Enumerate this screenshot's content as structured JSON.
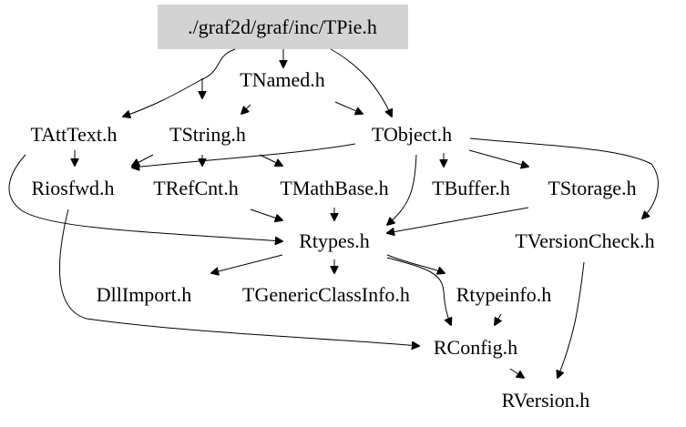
{
  "graph": {
    "root": "./graf2d/graf/inc/TPie.h",
    "root_fill": "#d3d3d3",
    "nodes": [
      {
        "id": "root",
        "label": "./graf2d/graf/inc/TPie.h"
      },
      {
        "id": "tnamed",
        "label": "TNamed.h"
      },
      {
        "id": "tatttext",
        "label": "TAttText.h"
      },
      {
        "id": "tstring",
        "label": "TString.h"
      },
      {
        "id": "tobject",
        "label": "TObject.h"
      },
      {
        "id": "riosfwd",
        "label": "Riosfwd.h"
      },
      {
        "id": "trefcnt",
        "label": "TRefCnt.h"
      },
      {
        "id": "tmathbase",
        "label": "TMathBase.h"
      },
      {
        "id": "tbuffer",
        "label": "TBuffer.h"
      },
      {
        "id": "tstorage",
        "label": "TStorage.h"
      },
      {
        "id": "rtypes",
        "label": "Rtypes.h"
      },
      {
        "id": "tversioncheck",
        "label": "TVersionCheck.h"
      },
      {
        "id": "dllimport",
        "label": "DllImport.h"
      },
      {
        "id": "tgenericclassinfo",
        "label": "TGenericClassInfo.h"
      },
      {
        "id": "rtypeinfo",
        "label": "Rtypeinfo.h"
      },
      {
        "id": "rconfig",
        "label": "RConfig.h"
      },
      {
        "id": "rversion",
        "label": "RVersion.h"
      }
    ],
    "edges": [
      [
        "root",
        "tnamed"
      ],
      [
        "root",
        "tatttext"
      ],
      [
        "root",
        "tstring"
      ],
      [
        "root",
        "tobject"
      ],
      [
        "tnamed",
        "tstring"
      ],
      [
        "tnamed",
        "tobject"
      ],
      [
        "tatttext",
        "riosfwd"
      ],
      [
        "tatttext",
        "rtypes"
      ],
      [
        "tstring",
        "trefcnt"
      ],
      [
        "tstring",
        "tmathbase"
      ],
      [
        "tstring",
        "riosfwd"
      ],
      [
        "tobject",
        "riosfwd"
      ],
      [
        "tobject",
        "tbuffer"
      ],
      [
        "tobject",
        "tstorage"
      ],
      [
        "tobject",
        "rtypes"
      ],
      [
        "tobject",
        "tversioncheck"
      ],
      [
        "trefcnt",
        "rtypes"
      ],
      [
        "tmathbase",
        "rtypes"
      ],
      [
        "tstorage",
        "rtypes"
      ],
      [
        "riosfwd",
        "rconfig"
      ],
      [
        "rtypes",
        "dllimport"
      ],
      [
        "rtypes",
        "tgenericclassinfo"
      ],
      [
        "rtypes",
        "rtypeinfo"
      ],
      [
        "rtypes",
        "rconfig"
      ],
      [
        "rtypeinfo",
        "rconfig"
      ],
      [
        "rconfig",
        "rversion"
      ],
      [
        "tversioncheck",
        "rversion"
      ]
    ]
  }
}
